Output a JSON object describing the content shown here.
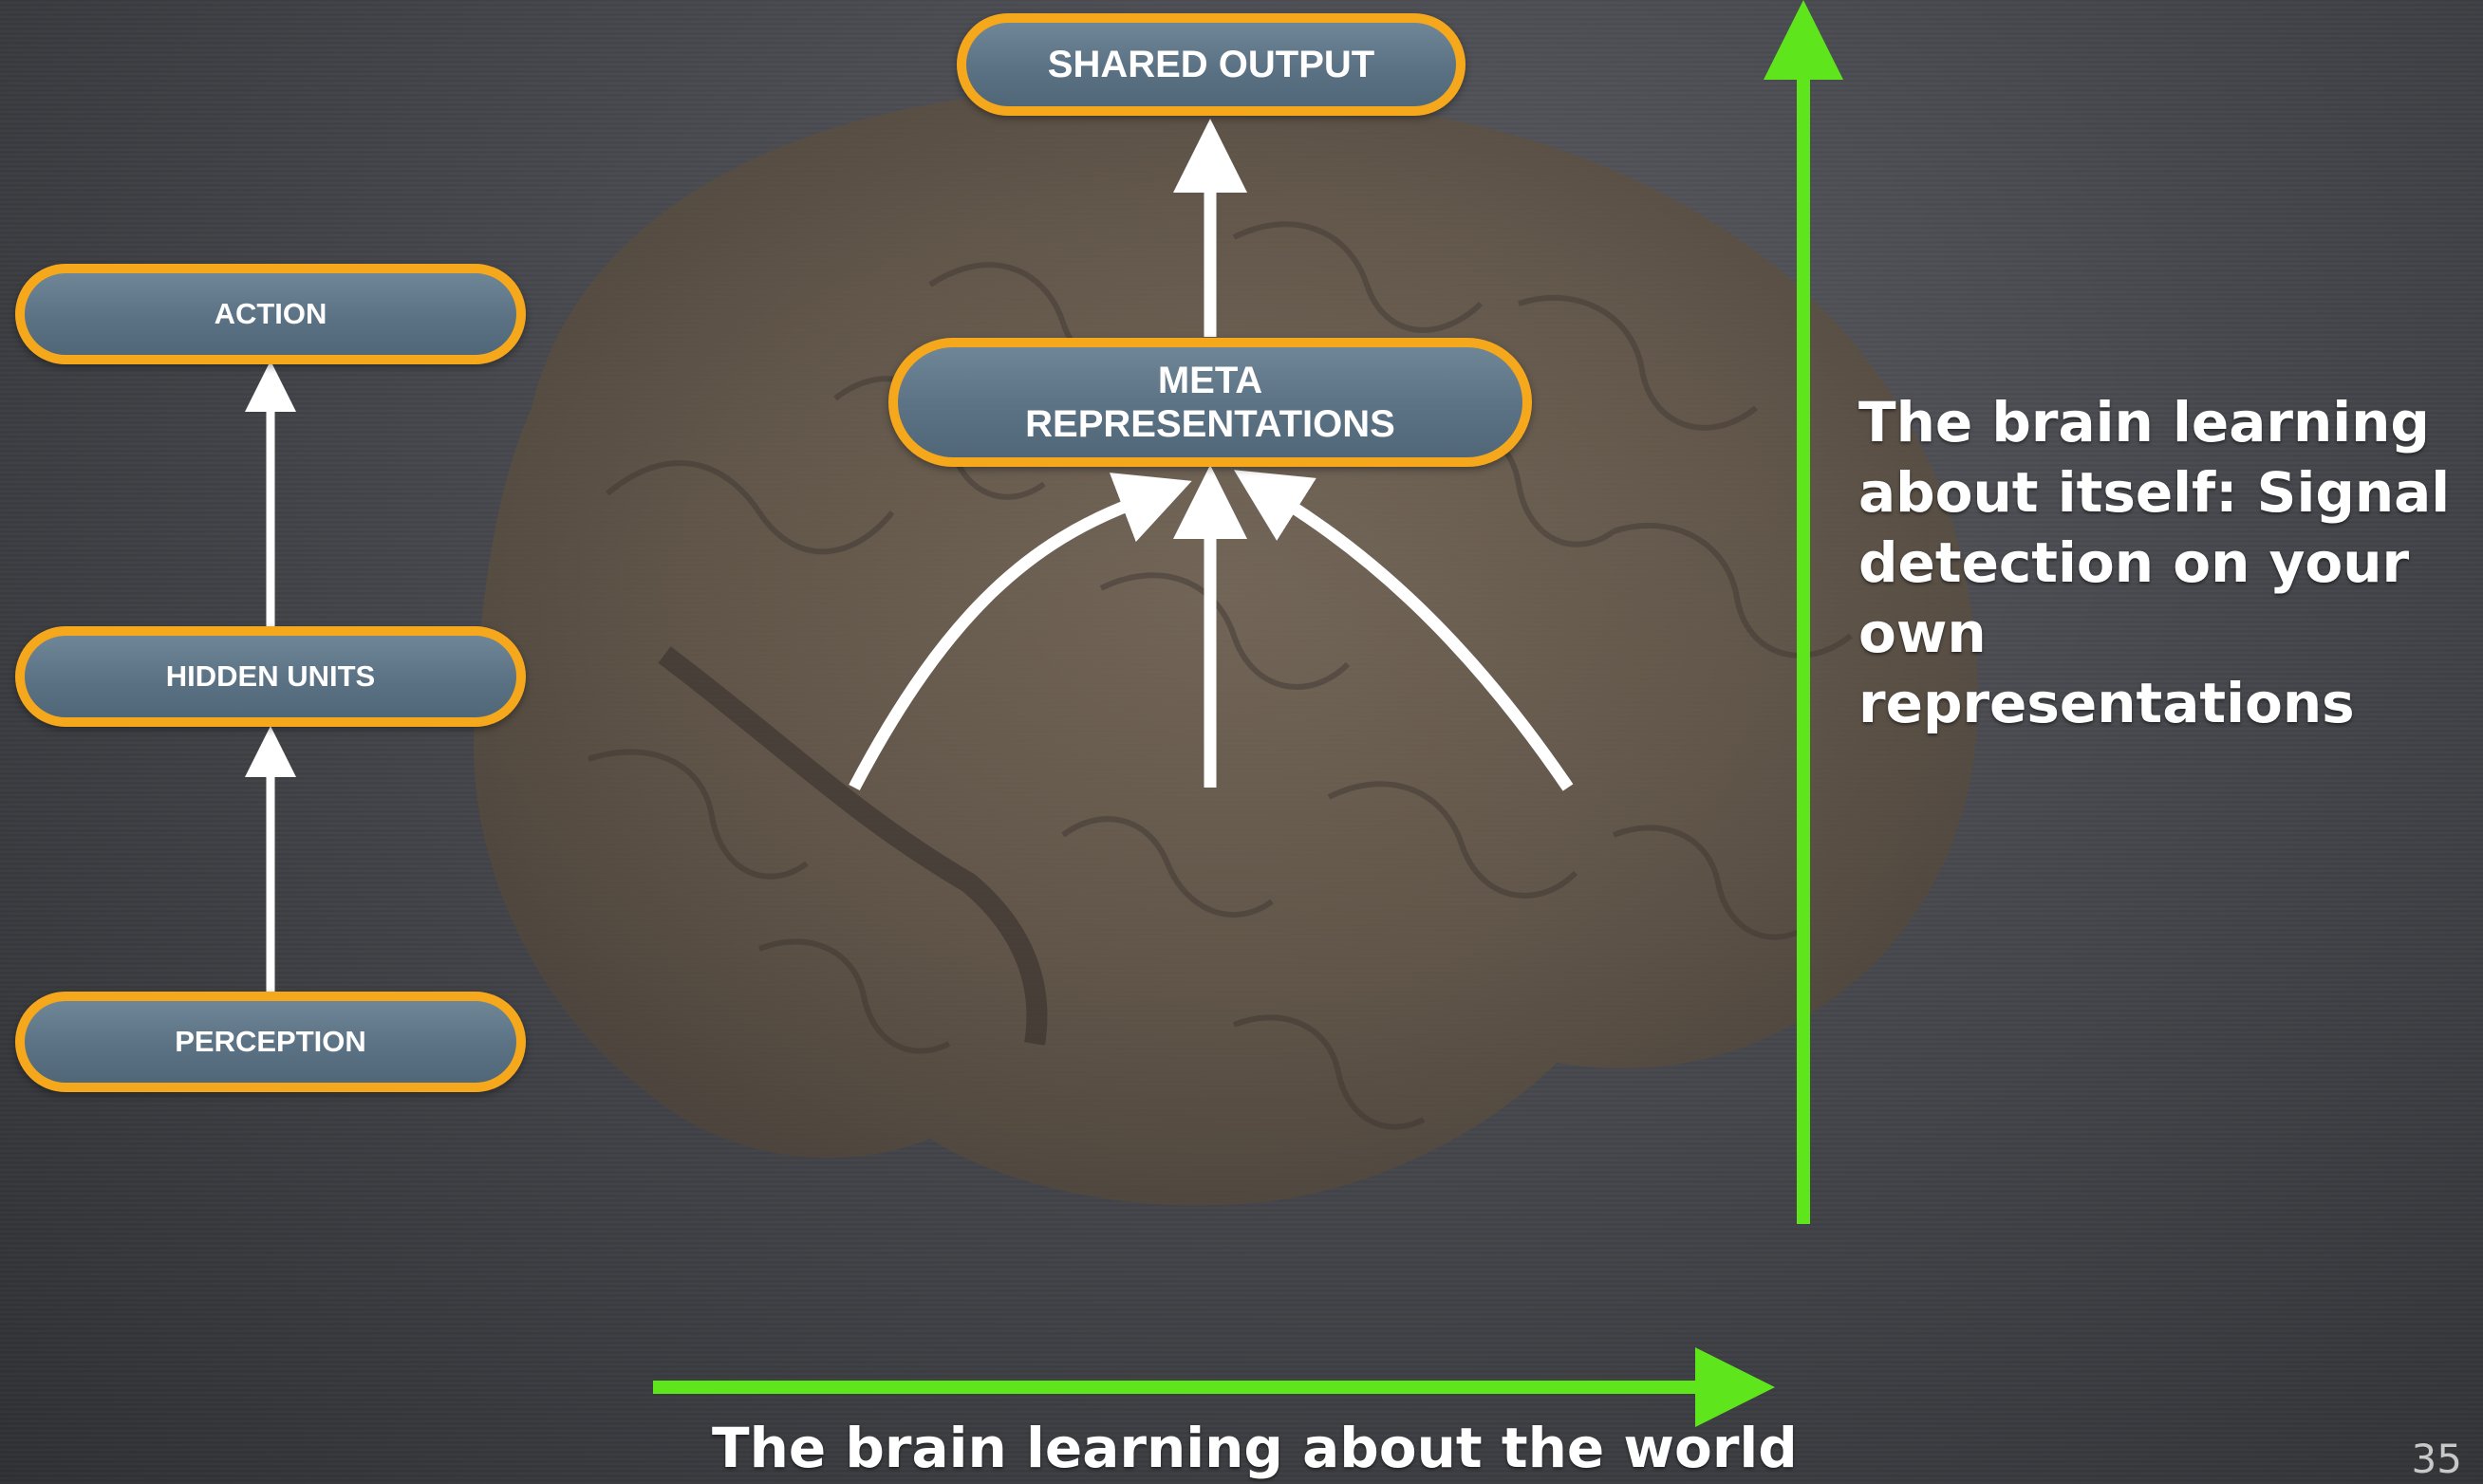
{
  "slide": {
    "nodes": {
      "shared_output": "SHARED OUTPUT",
      "meta_line1": "META",
      "meta_line2": "REPRESENTATIONS",
      "action": "ACTION",
      "hidden_units": "HIDDEN UNITS",
      "perception": "PERCEPTION"
    },
    "captions": {
      "right": "The brain learning about itself: Signal detection on your own representations",
      "bottom": "The brain learning about the world"
    },
    "page_number": "35"
  },
  "colors": {
    "node_border": "#f5a81c",
    "node_fill": "#5b7284",
    "arrow_white": "#ffffff",
    "arrow_green": "#5ee51c"
  },
  "icons": {
    "background_image": "brain-illustration"
  }
}
